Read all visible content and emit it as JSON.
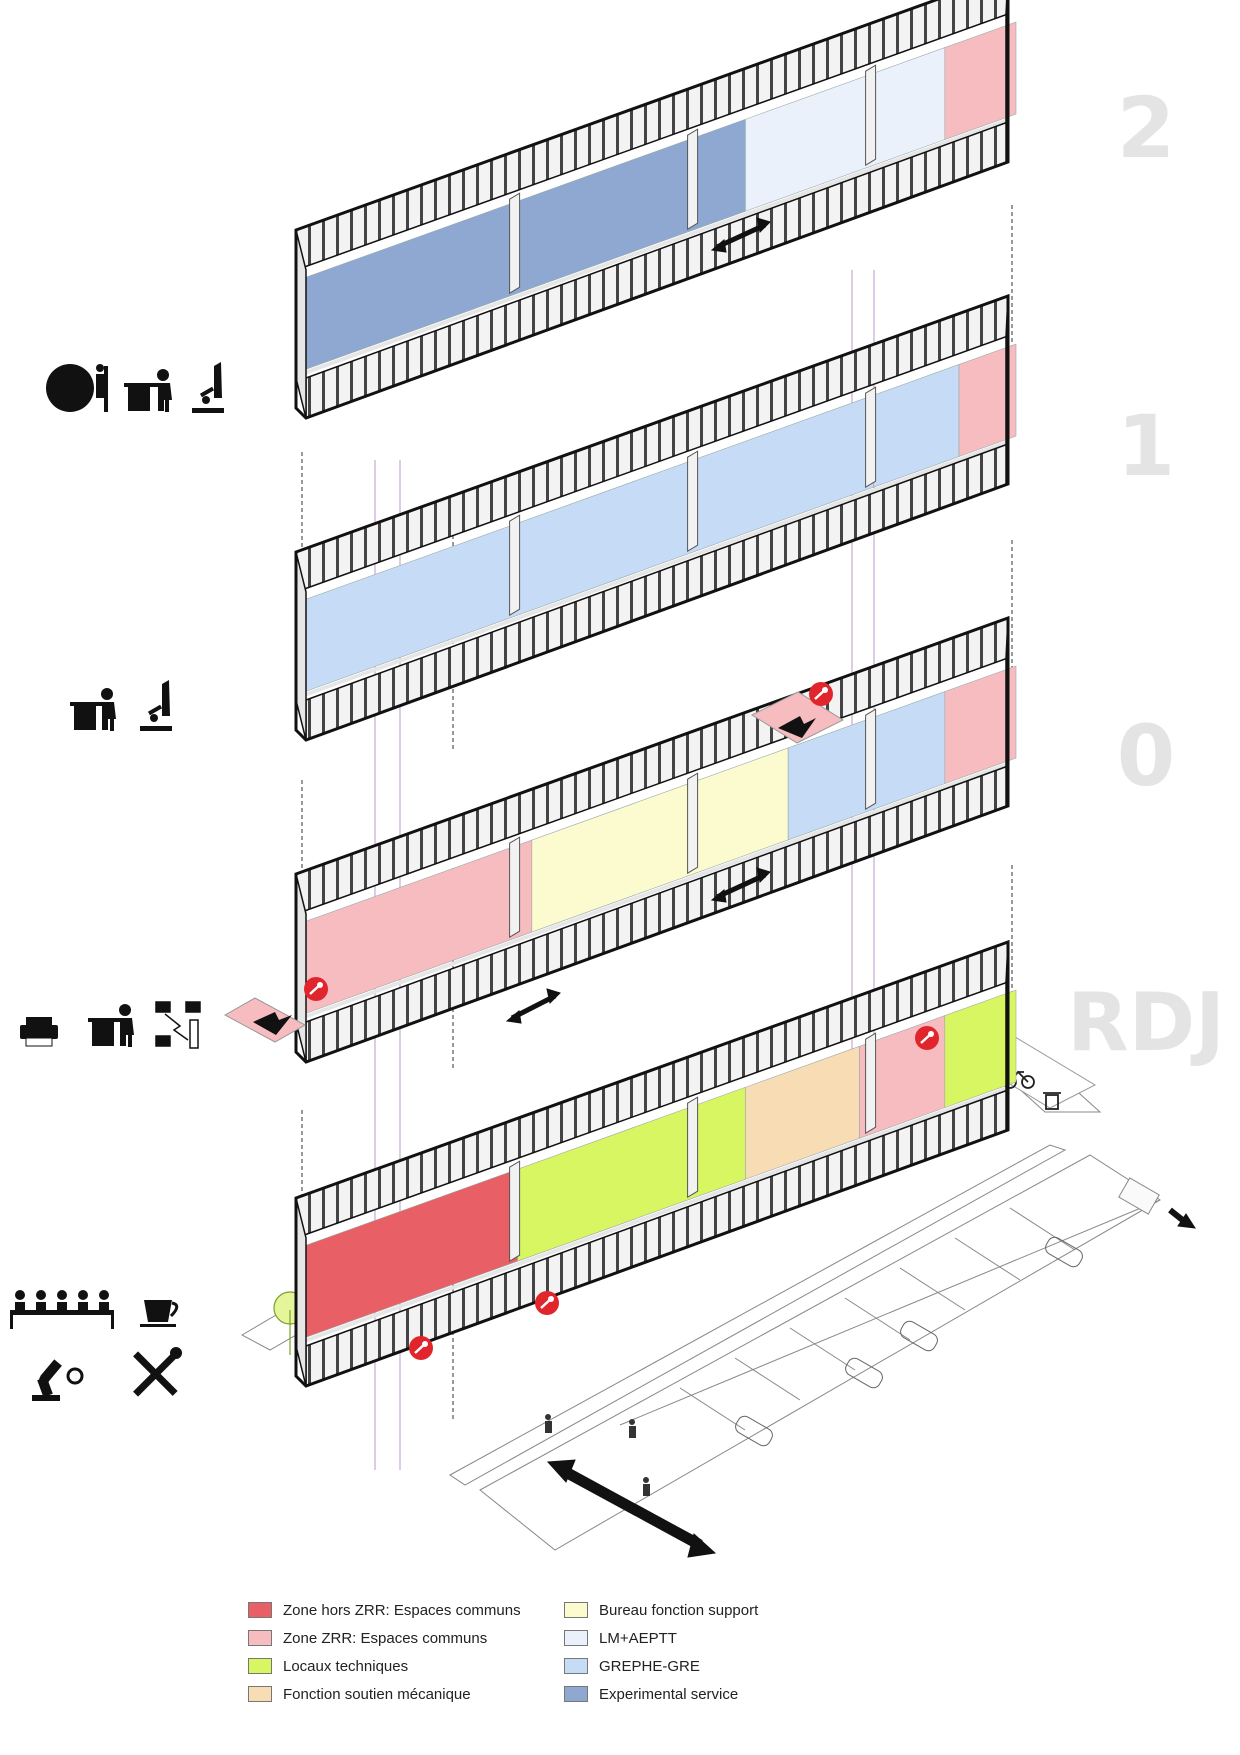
{
  "levels": [
    "2",
    "1",
    "0",
    "RDJ"
  ],
  "legend": {
    "column1": [
      {
        "label": "Zone hors ZRR: Espaces communs",
        "color": "#e85f66"
      },
      {
        "label": "Zone ZRR: Espaces communs",
        "color": "#f6bcc0"
      },
      {
        "label": "Locaux techniques",
        "color": "#d8f562"
      },
      {
        "label": "Fonction soutien mécanique",
        "color": "#f8dcb4"
      }
    ],
    "column2": [
      {
        "label": "Bureau fonction support",
        "color": "#fbfbcf"
      },
      {
        "label": "LM+AEPTT",
        "color": "#eaf1fb"
      },
      {
        "label": "GREPHE-GRE",
        "color": "#c6dcf6"
      },
      {
        "label": "Experimental service",
        "color": "#8ea8d2"
      }
    ]
  },
  "floor_icons": {
    "level_2": [
      "assembly-hall-icon",
      "office-desk-icon",
      "microscope-icon"
    ],
    "level_1": [
      "office-desk-icon",
      "microscope-icon"
    ],
    "level_0": [
      "printer-icon",
      "office-desk-icon",
      "network-computer-icon"
    ],
    "level_rdj": [
      "meeting-table-icon",
      "coffee-cup-icon",
      "robot-arm-icon",
      "tools-icon"
    ]
  },
  "colors": {
    "zone_hors_zrr": "#e85f66",
    "zone_zrr": "#f6bcc0",
    "locaux_techniques": "#d8f562",
    "soutien_mecanique": "#f8dcb4",
    "bureau_support": "#fbfbcf",
    "lm_aeptt": "#eaf1fb",
    "grephe_gre": "#c6dcf6",
    "experimental": "#8ea8d2",
    "access_badge": "#e0262c",
    "wall_gray": "#e6e6e6",
    "outline": "#111111"
  }
}
